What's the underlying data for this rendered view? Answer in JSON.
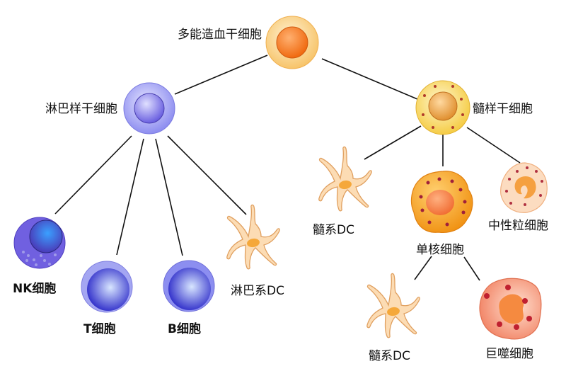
{
  "nodes": {
    "hsc": "多能造血干细胞",
    "lymphoid_progenitor": "淋巴样干细胞",
    "myeloid_progenitor": "髓样干细胞",
    "nk_cell": "NK细胞",
    "t_cell": "T细胞",
    "b_cell": "B细胞",
    "lymphoid_dc": "淋巴系DC",
    "myeloid_dc": "髓系DC",
    "monocyte": "单核细胞",
    "neutrophil": "中性粒细胞",
    "monocyte_dc": "髓系DC",
    "macrophage": "巨噬细胞"
  },
  "edges": [
    [
      "hsc",
      "lymphoid_progenitor"
    ],
    [
      "hsc",
      "myeloid_progenitor"
    ],
    [
      "lymphoid_progenitor",
      "nk_cell"
    ],
    [
      "lymphoid_progenitor",
      "t_cell"
    ],
    [
      "lymphoid_progenitor",
      "b_cell"
    ],
    [
      "lymphoid_progenitor",
      "lymphoid_dc"
    ],
    [
      "myeloid_progenitor",
      "myeloid_dc"
    ],
    [
      "myeloid_progenitor",
      "monocyte"
    ],
    [
      "myeloid_progenitor",
      "neutrophil"
    ],
    [
      "monocyte",
      "monocyte_dc"
    ],
    [
      "monocyte",
      "macrophage"
    ]
  ],
  "colors": {
    "lymphoid": "#5b5fe0",
    "myeloid": "#f5a623",
    "dc": "#fbd9b0",
    "macrophage": "#f4a088"
  }
}
